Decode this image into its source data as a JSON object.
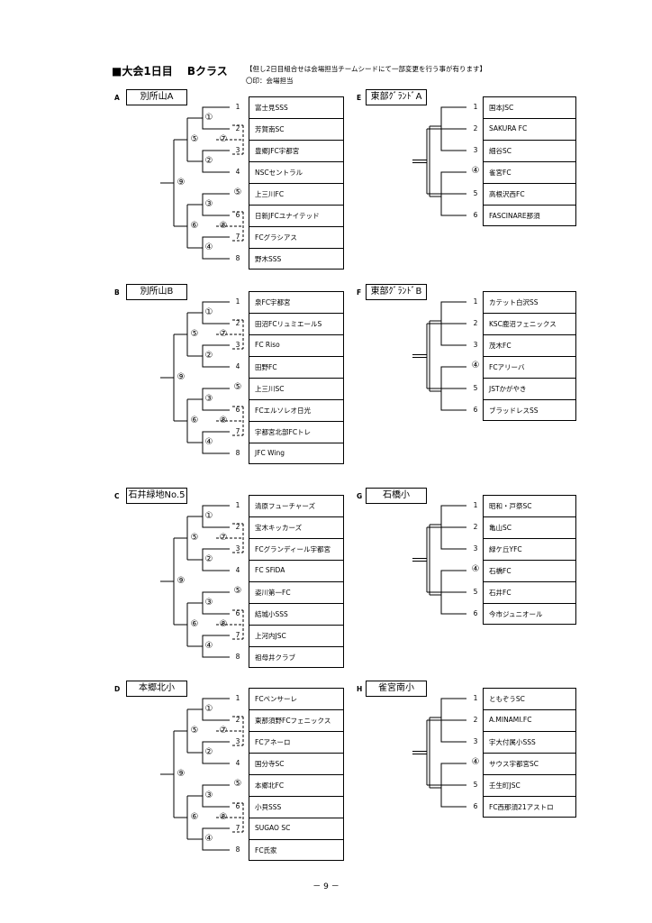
{
  "header": {
    "title": "■大会1日目　 Bクラス",
    "note": "【但し2日目組合せは会場担当チームシードにて一部変更を行う事が有ります】",
    "sub": "〇印：会場担当"
  },
  "footer": {
    "page": "－ 9 －"
  },
  "left_groups": [
    {
      "letter": "A",
      "name": "別所山A",
      "teams": [
        {
          "num": "1",
          "name": "富士見SSS"
        },
        {
          "num": "2",
          "name": "芳賀南SC"
        },
        {
          "num": "3",
          "name": "豊郷JFC宇都宮"
        },
        {
          "num": "4",
          "name": "NSCセントラル"
        },
        {
          "num": "⑤",
          "name": "上三川FC"
        },
        {
          "num": "6",
          "name": "日新JFCユナイテッド"
        },
        {
          "num": "7",
          "name": "FCグラシアス"
        },
        {
          "num": "8",
          "name": "野木SSS"
        }
      ],
      "matches": [
        "①",
        "②",
        "③",
        "④",
        "⑤",
        "⑥",
        "⑦",
        "⑧",
        "⑨"
      ]
    },
    {
      "letter": "B",
      "name": "別所山B",
      "teams": [
        {
          "num": "1",
          "name": "泉FC宇都宮"
        },
        {
          "num": "2",
          "name": "田沼FCリュミエールS"
        },
        {
          "num": "3",
          "name": "FC Riso"
        },
        {
          "num": "4",
          "name": "田野FC"
        },
        {
          "num": "⑤",
          "name": "上三川SC"
        },
        {
          "num": "6",
          "name": "FCエルソレオ日光"
        },
        {
          "num": "7",
          "name": "宇都宮北部FCトレ"
        },
        {
          "num": "8",
          "name": "JFC Wing"
        }
      ],
      "matches": [
        "①",
        "②",
        "③",
        "④",
        "⑤",
        "⑥",
        "⑦",
        "⑧",
        "⑨"
      ]
    },
    {
      "letter": "C",
      "name": "石井緑地No.5",
      "teams": [
        {
          "num": "1",
          "name": "清原フューチャーズ"
        },
        {
          "num": "2",
          "name": "宝木キッカーズ"
        },
        {
          "num": "3",
          "name": "FCグランディール宇都宮"
        },
        {
          "num": "4",
          "name": "FC SFiDA"
        },
        {
          "num": "⑤",
          "name": "姿川第一FC"
        },
        {
          "num": "6",
          "name": "結城小SSS"
        },
        {
          "num": "7",
          "name": "上河内JSC"
        },
        {
          "num": "8",
          "name": "祖母井クラブ"
        }
      ],
      "matches": [
        "①",
        "②",
        "③",
        "④",
        "⑤",
        "⑥",
        "⑦",
        "⑧",
        "⑨"
      ]
    },
    {
      "letter": "D",
      "name": "本郷北小",
      "teams": [
        {
          "num": "1",
          "name": "FCペンサーレ"
        },
        {
          "num": "2",
          "name": "東那須野FCフェニックス"
        },
        {
          "num": "3",
          "name": "FCアネーロ"
        },
        {
          "num": "4",
          "name": "国分寺SC"
        },
        {
          "num": "⑤",
          "name": "本郷北FC"
        },
        {
          "num": "6",
          "name": "小貝SSS"
        },
        {
          "num": "7",
          "name": "SUGAO SC"
        },
        {
          "num": "8",
          "name": "FC氏家"
        }
      ],
      "matches": [
        "①",
        "②",
        "③",
        "④",
        "⑤",
        "⑥",
        "⑦",
        "⑧",
        "⑨"
      ]
    }
  ],
  "right_groups": [
    {
      "letter": "E",
      "name": "東部ｸﾞﾗﾝﾄﾞA",
      "teams": [
        {
          "num": "1",
          "name": "国本JSC"
        },
        {
          "num": "2",
          "name": "SAKURA FC"
        },
        {
          "num": "3",
          "name": "細谷SC"
        },
        {
          "num": "④",
          "name": "雀宮FC"
        },
        {
          "num": "5",
          "name": "高根沢西FC"
        },
        {
          "num": "6",
          "name": "FASCINARE那須"
        }
      ]
    },
    {
      "letter": "F",
      "name": "東部ｸﾞﾗﾝﾄﾞB",
      "teams": [
        {
          "num": "1",
          "name": "カテット白沢SS"
        },
        {
          "num": "2",
          "name": "KSC鹿沼フェニックス"
        },
        {
          "num": "3",
          "name": "茂木FC"
        },
        {
          "num": "④",
          "name": "FCアリーバ"
        },
        {
          "num": "5",
          "name": "JSTかがやき"
        },
        {
          "num": "6",
          "name": "ブラッドレスSS"
        }
      ]
    },
    {
      "letter": "G",
      "name": "石橋小",
      "teams": [
        {
          "num": "1",
          "name": "昭和・戸祭SC"
        },
        {
          "num": "2",
          "name": "亀山SC"
        },
        {
          "num": "3",
          "name": "緑ケ丘YFC"
        },
        {
          "num": "④",
          "name": "石橋FC"
        },
        {
          "num": "5",
          "name": "石井FC"
        },
        {
          "num": "6",
          "name": "今市ジュニオール"
        }
      ]
    },
    {
      "letter": "H",
      "name": "雀宮南小",
      "teams": [
        {
          "num": "1",
          "name": "ともぞうSC"
        },
        {
          "num": "2",
          "name": "A.MINAMI.FC"
        },
        {
          "num": "3",
          "name": "宇大付属小SSS"
        },
        {
          "num": "④",
          "name": "サウス宇都宮SC"
        },
        {
          "num": "5",
          "name": "壬生町JSC"
        },
        {
          "num": "6",
          "name": "FC西那須21アストロ"
        }
      ]
    }
  ]
}
